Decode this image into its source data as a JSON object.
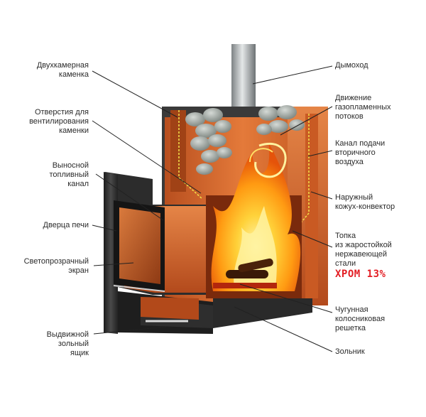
{
  "labels": {
    "double_chamber": "Двухкамерная\nкаменка",
    "vent_holes": "Отверстия для\nвентилирования\nкаменки",
    "fuel_channel": "Выносной\nтопливный\nканал",
    "door": "Дверца печи",
    "glass_screen": "Светопрозрачный\nэкран",
    "ash_drawer": "Выдвижной\nзольный\nящик",
    "chimney": "Дымоход",
    "gas_flow": "Движение\nгазопламенных\nпотоков",
    "secondary_air": "Канал подачи\nвторичного\nвоздуха",
    "convector": "Наружный\nкожух-конвектор",
    "firebox": "Топка\nиз жаростойкой\nнержавеющей\nстали",
    "brand": "ХРОМ 13%",
    "grate": "Чугунная\nколосниковая\nрешетка",
    "ash_pit": "Зольник"
  },
  "colors": {
    "copper": "#d9662b",
    "copper_dark": "#a8461a",
    "steel_dark": "#2a2a2a",
    "stone": "#9aa19c",
    "flame": "#ffb300",
    "accent": "#e31e24",
    "leader": "#222222"
  }
}
